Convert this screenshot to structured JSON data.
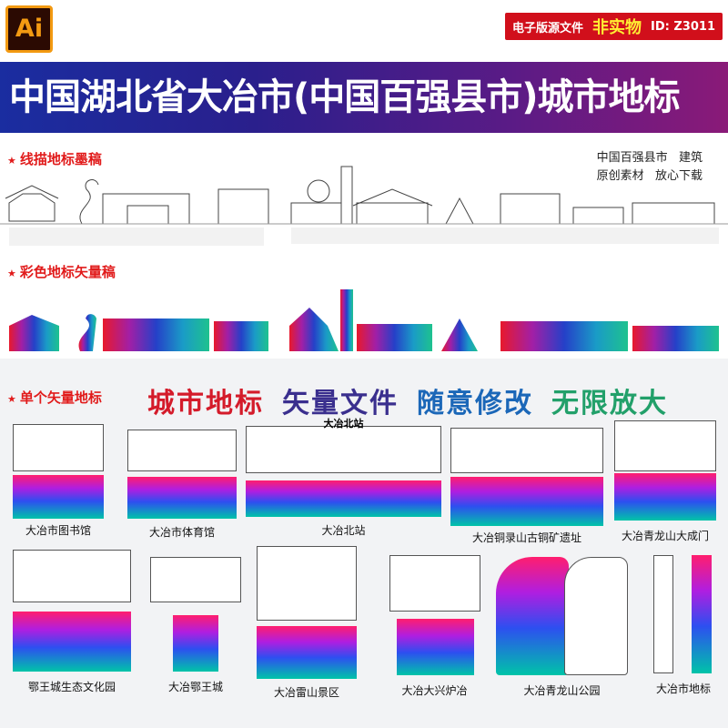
{
  "logo": {
    "text": "Ai"
  },
  "tag": {
    "label": "电子版源文件",
    "highlight": "非实物",
    "id": "ID: Z3011"
  },
  "banner": {
    "title": "中国湖北省大冶市(中国百强县市)城市地标"
  },
  "sections": {
    "line": "线描地标墨稿",
    "color": "彩色地标矢量稿",
    "single": "单个矢量地标"
  },
  "note": {
    "line1": "中国百强县市   建筑",
    "line2": "原创素材   放心下载"
  },
  "slogans": [
    {
      "text": "城市地标",
      "color": "#d41b2a"
    },
    {
      "text": "矢量文件",
      "color": "#3a2f8e"
    },
    {
      "text": "随意修改",
      "color": "#1b67b8"
    },
    {
      "text": "无限放大",
      "color": "#22a06a"
    }
  ],
  "captions": {
    "c1": "大冶市图书馆",
    "c2": "大冶市体育馆",
    "c3": "大冶北站",
    "c4": "大冶铜录山古铜矿遗址",
    "c5": "大冶青龙山大成门",
    "c6": "鄂王城生态文化园",
    "c7": "大冶鄂王城",
    "c8": "大冶雷山景区",
    "c9": "大冶大兴炉冶",
    "c10": "大冶青龙山公园",
    "c11": "大冶市地标"
  },
  "signs": {
    "station": "大冶北站"
  },
  "colors": {
    "brand_red": "#d10f1b",
    "banner_blue": "#1a2da0",
    "banner_purple": "#8a1a78"
  }
}
